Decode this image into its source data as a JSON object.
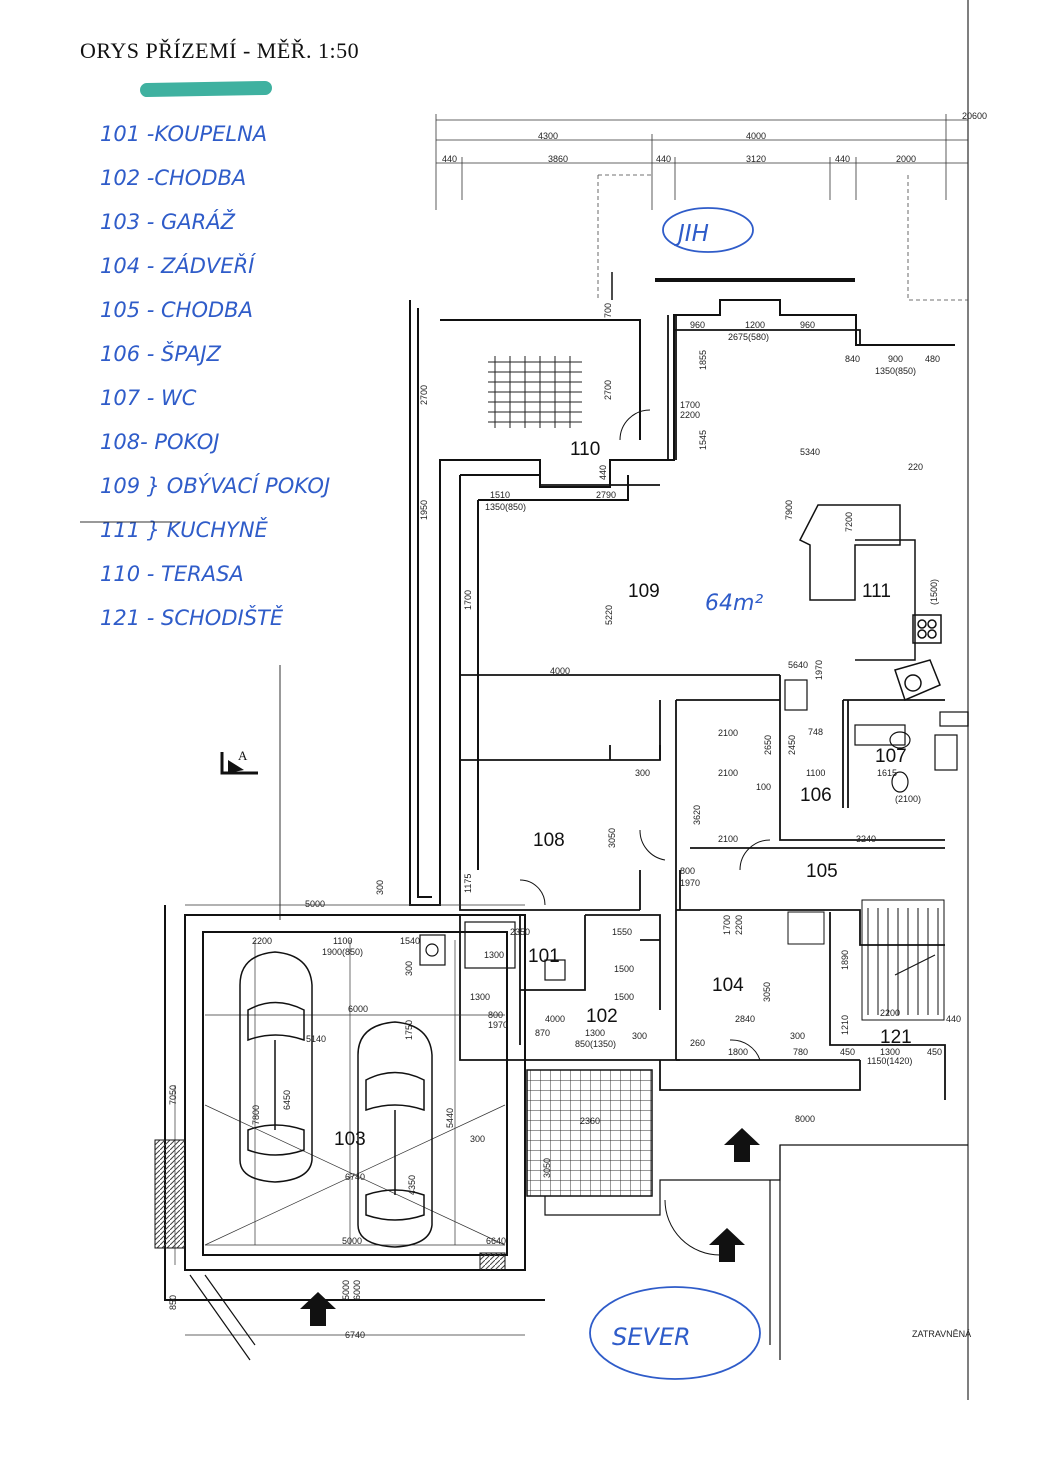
{
  "title": "ORYS PŘÍZEMÍ - MĚŘ. 1:50",
  "legend": [
    "101 -KOUPELNA",
    "102 -CHODBA",
    "103 - GARÁŽ",
    "104 - ZÁDVEŘÍ",
    "105 - CHODBA",
    "106 - ŠPAJZ",
    "107 - WC",
    "108- POKOJ",
    "109 } OBÝVACÍ POKOJ",
    "111 } KUCHYNĚ",
    "110 - TERASA",
    "121 - SCHODIŠTĚ"
  ],
  "orientation": {
    "south": "JIH",
    "north": "SEVER"
  },
  "area_note": "64m²",
  "section_mark": "A",
  "lawn_label": "ZATRAVNĚNÁ",
  "rooms": {
    "r109": "109",
    "r110": "110",
    "r111": "111",
    "r108": "108",
    "r101": "101",
    "r102": "102",
    "r103": "103",
    "r104": "104",
    "r105": "105",
    "r106": "106",
    "r107": "107",
    "r121": "121"
  },
  "dimensions": {
    "overall": "20600",
    "top_a": "4300",
    "top_b": "4000",
    "t440a": "440",
    "t3860": "3860",
    "t440b": "440",
    "t3120": "3120",
    "t440c": "440",
    "t2000": "2000",
    "d960a": "960",
    "d1200": "1200",
    "d960b": "960",
    "d2675": "2675(580)",
    "d840": "840",
    "d900": "900",
    "d480": "480",
    "d1350a": "1350(850)",
    "d700": "700",
    "d2700a": "2700",
    "d2700b": "2700",
    "d1855": "1855",
    "d1700a": "1700",
    "d2200a": "2200",
    "d1545": "1545",
    "d440": "440",
    "d5340": "5340",
    "d220": "220",
    "d1510": "1510",
    "d1350b": "1350(850)",
    "d2790": "2790",
    "d7900": "7900",
    "d7200": "7200",
    "d1500": "(1500)",
    "d1950": "1950",
    "d5220": "5220",
    "d4000": "4000",
    "d1700b": "1700",
    "d5640": "5640",
    "d1970a": "1970",
    "d2100a": "2100",
    "d2100b": "2100",
    "d2100c": "2100",
    "d2650": "2650",
    "d2450": "2450",
    "d3620": "3620",
    "d3050a": "3050",
    "d748": "748",
    "d1100a": "1100",
    "d1615": "1615",
    "d2100d": "(2100)",
    "d3240": "3240",
    "d300a": "300",
    "d100a": "100",
    "d1175": "1175",
    "d5000a": "5000",
    "d300b": "300",
    "d2200b": "2200",
    "d1100b": "1100",
    "d1900": "1900(850)",
    "d1540": "1540",
    "d6000": "6000",
    "d5140": "5140",
    "d1750": "1750",
    "d300c": "300",
    "d2350": "2350",
    "d1300a": "1300",
    "d1550": "1550",
    "d1500b": "1500",
    "d1500c": "1500",
    "d1300b": "1300",
    "d800a": "800",
    "d1970b": "1970",
    "d4000b": "4000",
    "d870": "870",
    "d1300c": "1300",
    "d850": "850(1350)",
    "d300d": "300",
    "d800b": "800",
    "d1970c": "1970",
    "d2840": "2840",
    "d300e": "300",
    "d260": "260",
    "d1800": "1800",
    "d780": "780",
    "d1700c": "1700",
    "d2200c": "2200",
    "d3050b": "3050",
    "d2200d": "2200",
    "d1300d": "1300",
    "d1150": "1150(1420)",
    "d450a": "450",
    "d450b": "450",
    "d440b": "440",
    "d1890": "1890",
    "d1210": "1210",
    "d7050": "7050",
    "d7800": "7800",
    "d6450": "6450",
    "d5440": "5440",
    "d6740a": "6740",
    "d4350": "4350",
    "d5000b": "5000",
    "d6640": "6640",
    "d5000c": "5000",
    "d6000b": "6000",
    "d850b": "850",
    "d6740b": "6740",
    "d8000": "8000",
    "d2360": "2360",
    "d3050c": "3050",
    "d300f": "300"
  }
}
